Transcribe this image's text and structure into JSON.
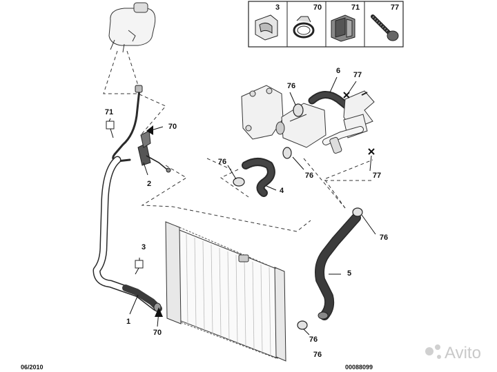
{
  "callouts": {
    "c1": "1",
    "c2": "2",
    "c3_top": "3",
    "c3_side": "3",
    "c4": "4",
    "c5": "5",
    "c6": "6",
    "c70_top": "70",
    "c70_side": "70",
    "c70_bottom": "70",
    "c71_top": "71",
    "c71_side": "71",
    "c76_a": "76",
    "c76_b": "76",
    "c76_c": "76",
    "c76_d": "76",
    "c76_e": "76",
    "c76_f": "76",
    "c77_top": "77",
    "c77_a": "77",
    "c77_b": "77"
  },
  "footer": {
    "date": "06/2010",
    "ref": "00088099"
  },
  "watermark": {
    "text": "Avito"
  },
  "colors": {
    "line": "#2a2a2a",
    "hose_fill": "#3a3a3a",
    "part_fill": "#f1f1f1",
    "watermark": "#c9c9c9"
  }
}
